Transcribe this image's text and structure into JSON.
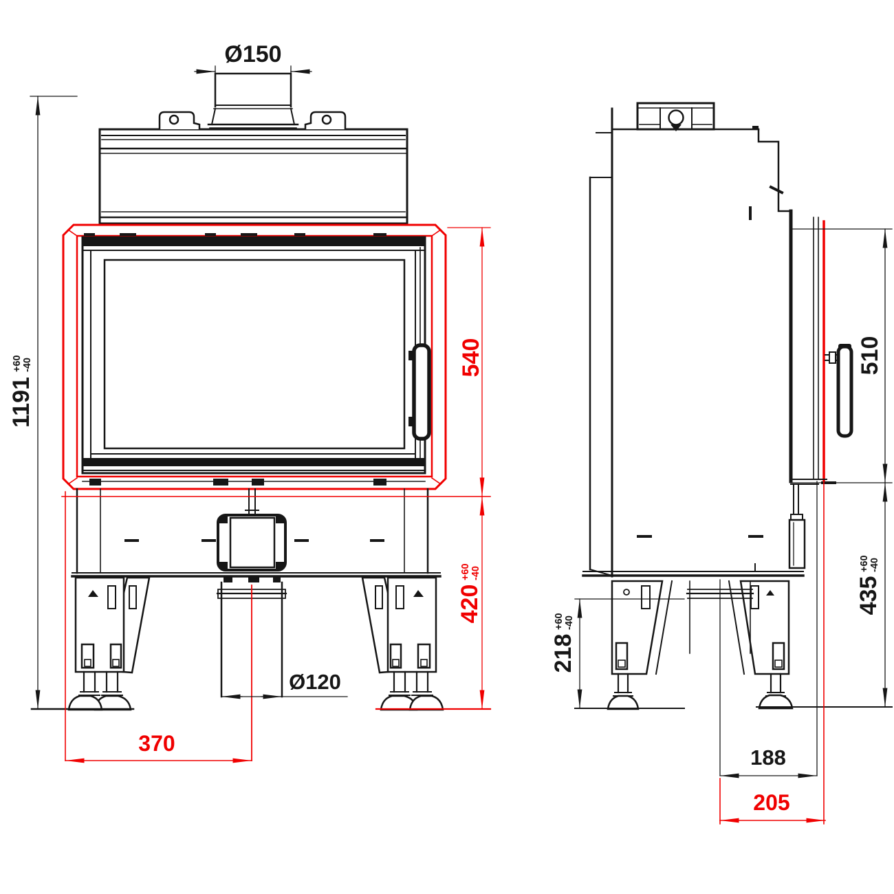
{
  "colors": {
    "dimension_red": "#f00000",
    "line_black": "#161616",
    "background": "#ffffff"
  },
  "dims": {
    "flue_diameter": {
      "label": "Ø150"
    },
    "total_height": {
      "value": "1191",
      "tol_plus": "+60",
      "tol_minus": "-40"
    },
    "frame_height": {
      "value": "540"
    },
    "base_height": {
      "value": "420",
      "tol_plus": "+60",
      "tol_minus": "-40"
    },
    "duct_offset": {
      "value": "370"
    },
    "duct_diameter": {
      "label": "Ø120"
    },
    "side_door_height": {
      "value": "510"
    },
    "side_front_height": {
      "value": "435",
      "tol_plus": "+60",
      "tol_minus": "-40"
    },
    "side_leg_height": {
      "value": "218",
      "tol_plus": "+60",
      "tol_minus": "-40"
    },
    "duct_depth_offset": {
      "value": "188"
    },
    "door_depth": {
      "value": "205"
    }
  }
}
